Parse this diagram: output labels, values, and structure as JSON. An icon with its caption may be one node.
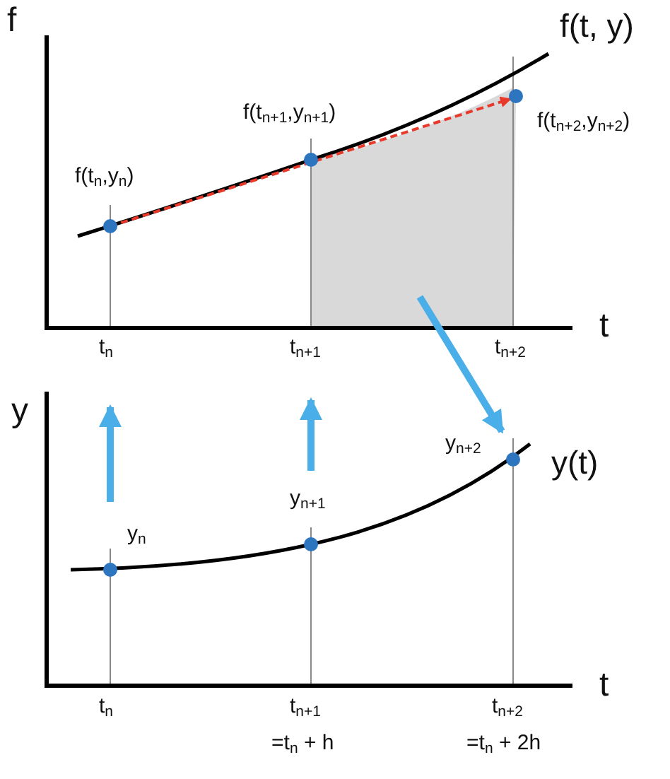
{
  "diagram": {
    "labels": [
      "f",
      "f(t, y)",
      "f(t$_{n+1}$,y$_{n+1}$)",
      "f(t$_{n+2}$,y$_{n+2}$)",
      "f(t$_{n}$,y$_{n}$)",
      "t",
      "t$_{n}$",
      "t$_{n+1}$",
      "t$_{n+2}$",
      "y",
      "y$_{n+2}$",
      "y(t)",
      "y$_{n+1}$",
      "y$_{n}$",
      "t",
      "t$_{n}$",
      "t$_{n+1}$",
      "=t$_{n}$ + h",
      "t$_{n+2}$",
      "=t$_{n}$ + 2h"
    ]
  }
}
